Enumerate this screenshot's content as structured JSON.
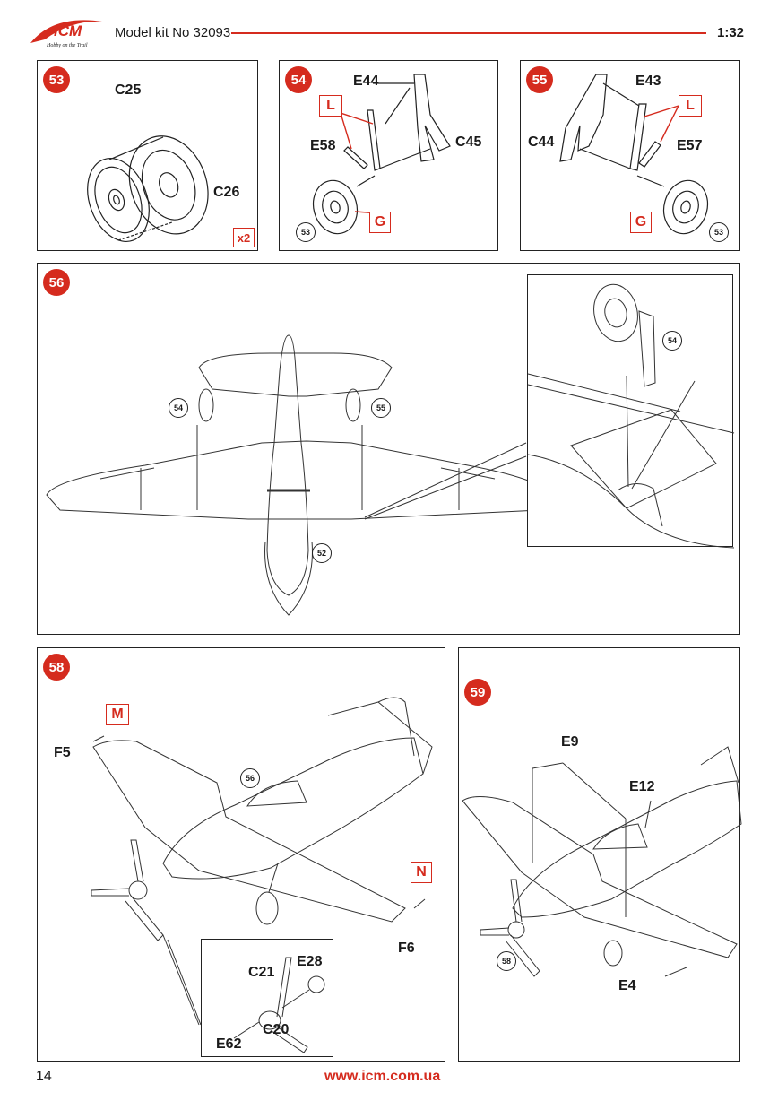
{
  "header": {
    "brand": "ICM",
    "brand_tagline": "Hobby on the Trail",
    "title": "Model kit No 32093",
    "scale": "1:32",
    "accent_color": "#d52b1e"
  },
  "steps": {
    "s53": {
      "number": "53",
      "labels": {
        "c25": "C25",
        "c26": "C26"
      },
      "multiplier": "x2"
    },
    "s54": {
      "number": "54",
      "labels": {
        "e44": "E44",
        "e58": "E58",
        "c45": "C45"
      },
      "paint_l": "L",
      "paint_g": "G",
      "ref": "53"
    },
    "s55": {
      "number": "55",
      "labels": {
        "e43": "E43",
        "c44": "C44",
        "e57": "E57"
      },
      "paint_l": "L",
      "paint_g": "G",
      "ref": "53"
    },
    "s56": {
      "number": "56",
      "ref_left": "54",
      "ref_right": "55",
      "ref_bottom": "52",
      "ref_inset": "54"
    },
    "s58": {
      "number": "58",
      "labels": {
        "f5": "F5",
        "f6": "F6",
        "c21": "C21",
        "e28": "E28",
        "c20": "C20",
        "e62": "E62"
      },
      "paint_m": "M",
      "paint_n": "N",
      "ref": "56"
    },
    "s59": {
      "number": "59",
      "labels": {
        "e9": "E9",
        "e12": "E12",
        "e4": "E4"
      },
      "ref": "58"
    }
  },
  "footer": {
    "page_number": "14",
    "url": "www.icm.com.ua"
  }
}
